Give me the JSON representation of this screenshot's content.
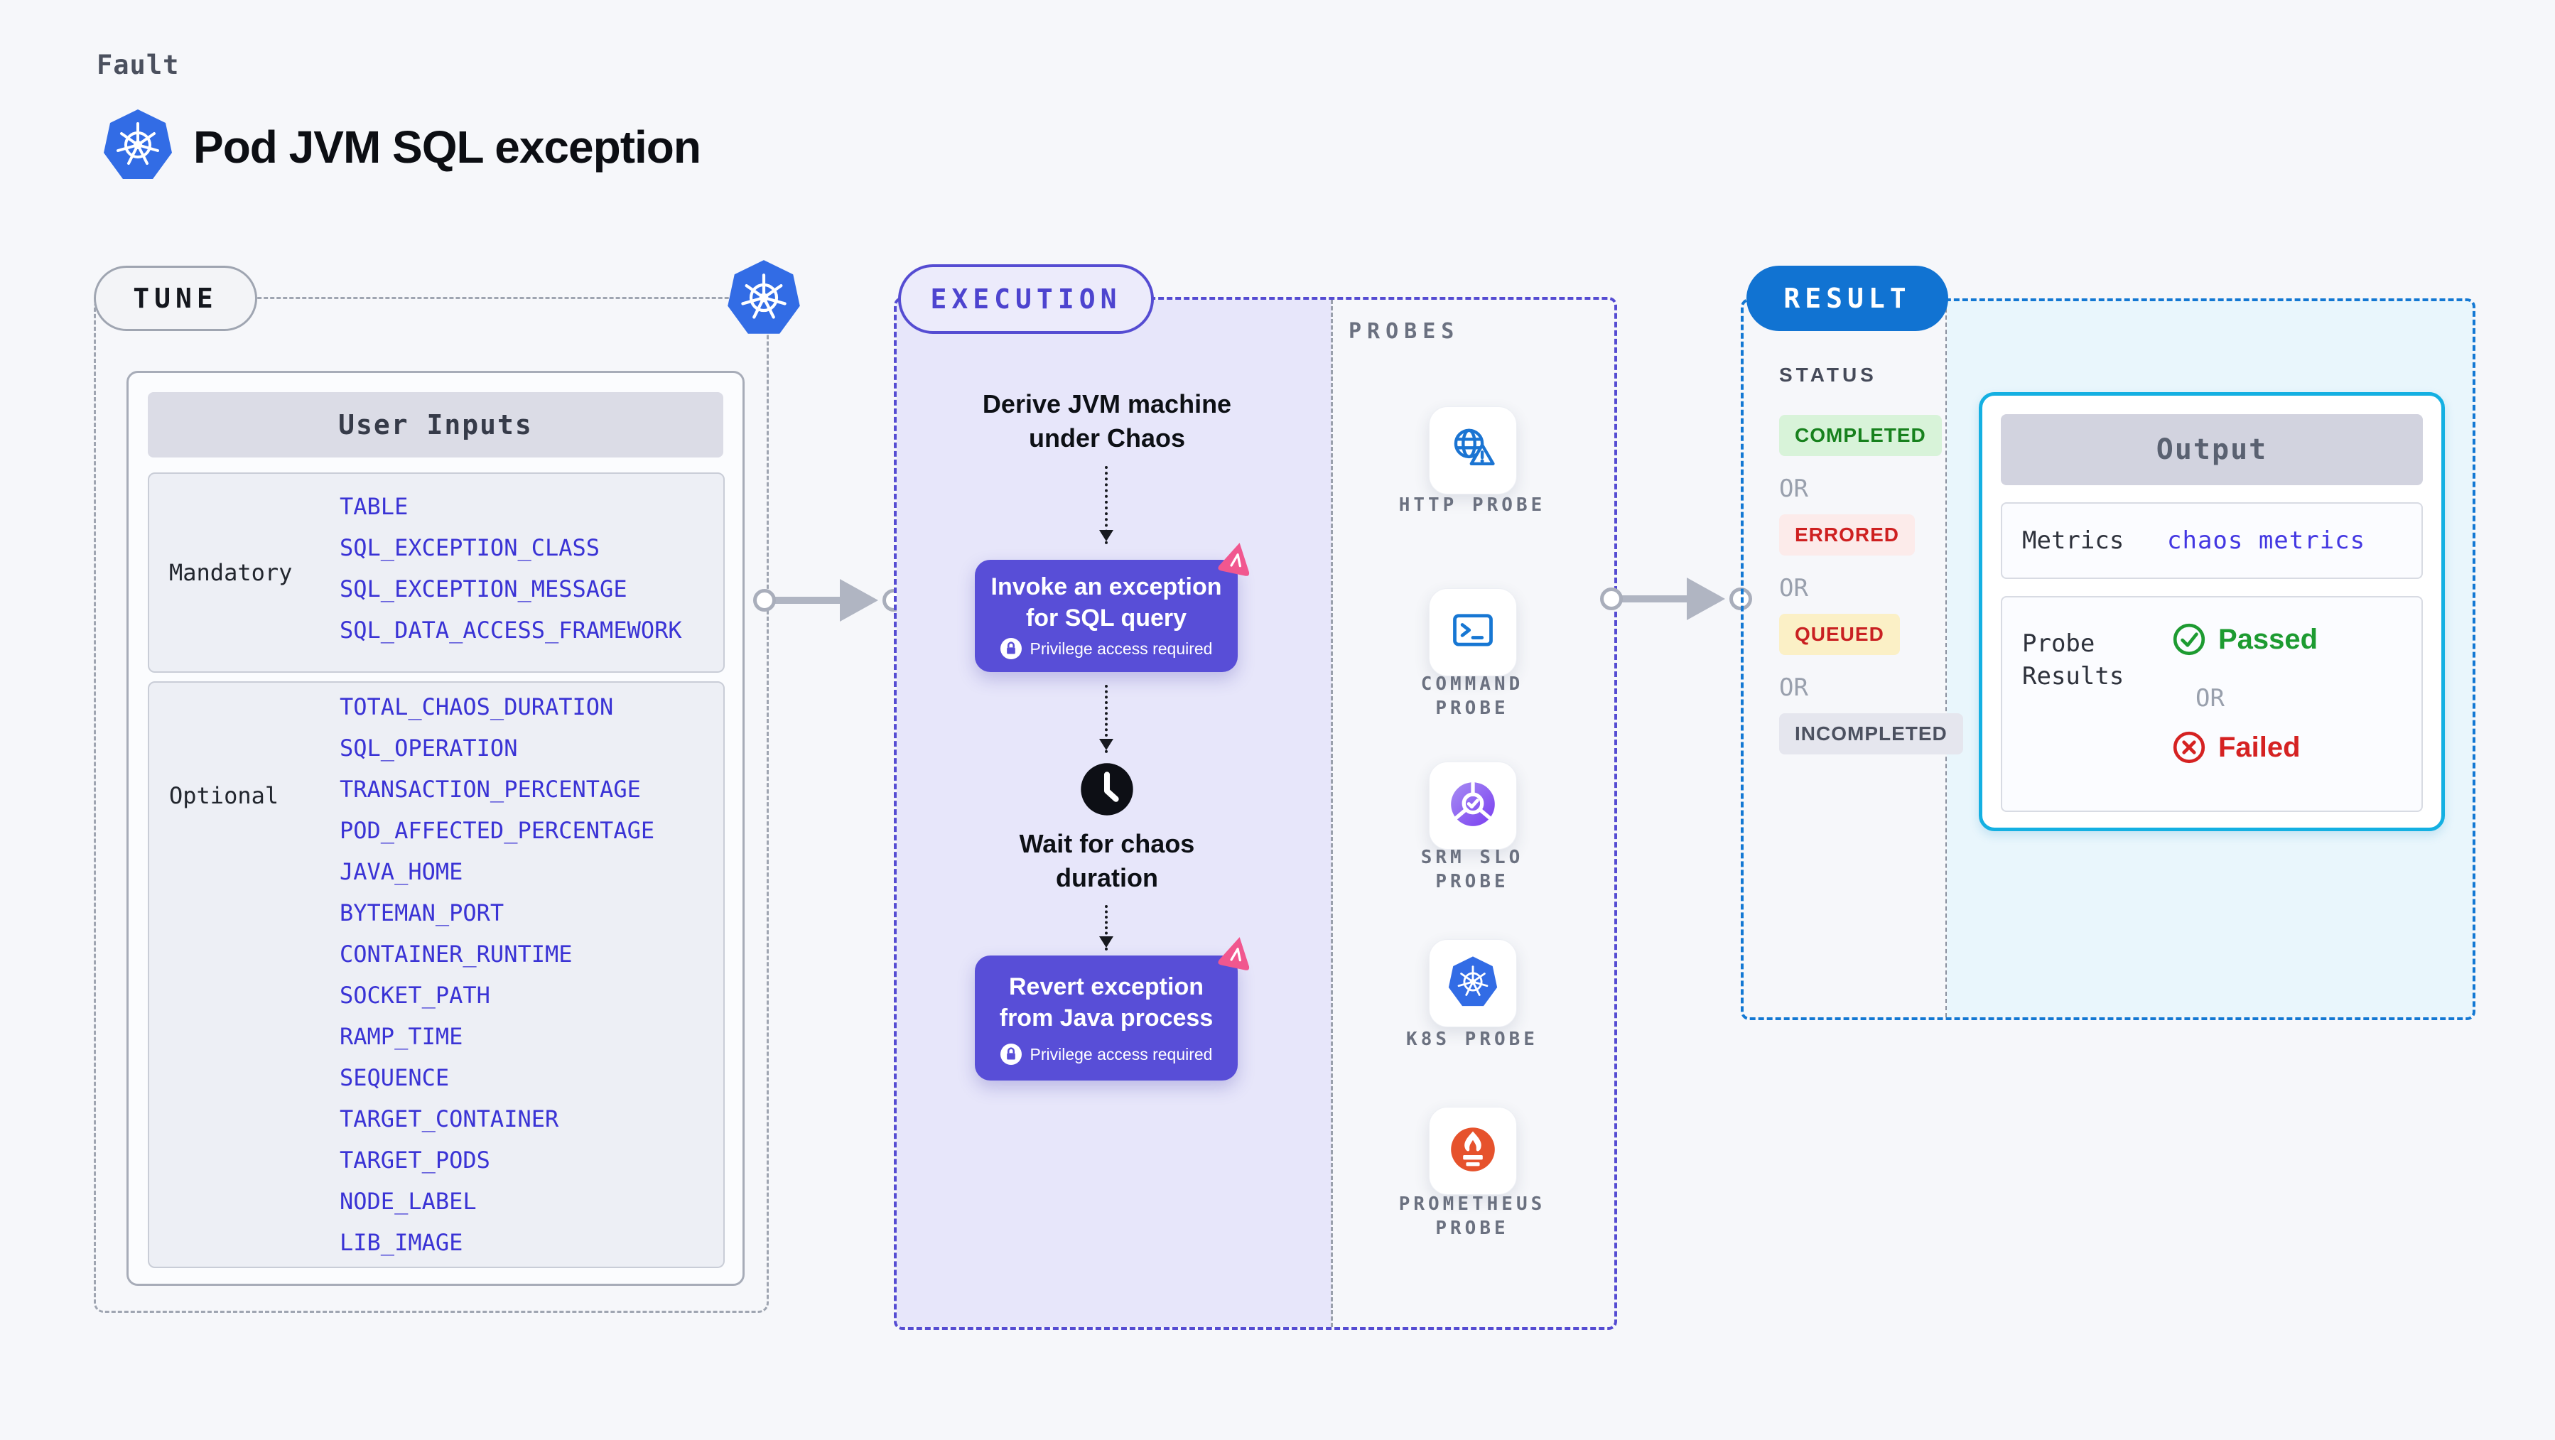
{
  "header": {
    "kicker": "Fault",
    "title": "Pod JVM SQL exception"
  },
  "tune": {
    "label": "TUNE",
    "table": {
      "title": "User Inputs",
      "rows": [
        {
          "label": "Mandatory",
          "values": [
            "TABLE",
            "SQL_EXCEPTION_CLASS",
            "SQL_EXCEPTION_MESSAGE",
            "SQL_DATA_ACCESS_FRAMEWORK"
          ]
        },
        {
          "label": "Optional",
          "values": [
            "TOTAL_CHAOS_DURATION",
            "SQL_OPERATION",
            "TRANSACTION_PERCENTAGE",
            "POD_AFFECTED_PERCENTAGE",
            "JAVA_HOME",
            "BYTEMAN_PORT",
            "CONTAINER_RUNTIME",
            "SOCKET_PATH",
            "RAMP_TIME",
            "SEQUENCE",
            "TARGET_CONTAINER",
            "TARGET_PODS",
            "NODE_LABEL",
            "LIB_IMAGE"
          ]
        }
      ]
    }
  },
  "execution": {
    "label": "EXECUTION",
    "derive_text": "Derive JVM machine\nunder Chaos",
    "invoke_node": {
      "title": "Invoke an exception\nfor SQL query",
      "note": "Privilege access required"
    },
    "wait_text": "Wait for chaos\nduration",
    "revert_node": {
      "title": "Revert exception\nfrom Java process",
      "note": "Privilege access required"
    }
  },
  "probes": {
    "label": "PROBES",
    "items": [
      {
        "name": "HTTP PROBE",
        "icon": "globe-alert-icon"
      },
      {
        "name": "COMMAND\nPROBE",
        "icon": "terminal-icon"
      },
      {
        "name": "SRM SLO\nPROBE",
        "icon": "slo-check-icon"
      },
      {
        "name": "K8S PROBE",
        "icon": "kubernetes-icon"
      },
      {
        "name": "PROMETHEUS\nPROBE",
        "icon": "prometheus-icon"
      }
    ]
  },
  "result": {
    "label": "RESULT",
    "status_heading": "STATUS",
    "separator": "OR",
    "statuses": [
      "COMPLETED",
      "ERRORED",
      "QUEUED",
      "INCOMPLETED"
    ],
    "output": {
      "title": "Output",
      "metrics_label": "Metrics",
      "metrics_value": "chaos metrics",
      "probe_results_label": "Probe\nResults",
      "passed": "Passed",
      "or": "OR",
      "failed": "Failed"
    }
  },
  "colors": {
    "accent_indigo": "#584ed7",
    "value_indigo": "#3a33d5",
    "kubernetes_blue": "#326ce5",
    "result_blue": "#1173d2",
    "output_border_cyan": "#14b0e2",
    "completed_green": "#17811d",
    "errored_red": "#ce2020",
    "queued_bg_yellow": "#fbf0c6",
    "incompleted_gray": "#4c5160",
    "passed_green": "#1d9b31",
    "failed_red": "#d52222",
    "prometheus_orange": "#e6522c",
    "litmus_pink": "#f1578f",
    "lavender_fill": "#e7e6fa",
    "cyan_fill": "#e9f6fc"
  }
}
